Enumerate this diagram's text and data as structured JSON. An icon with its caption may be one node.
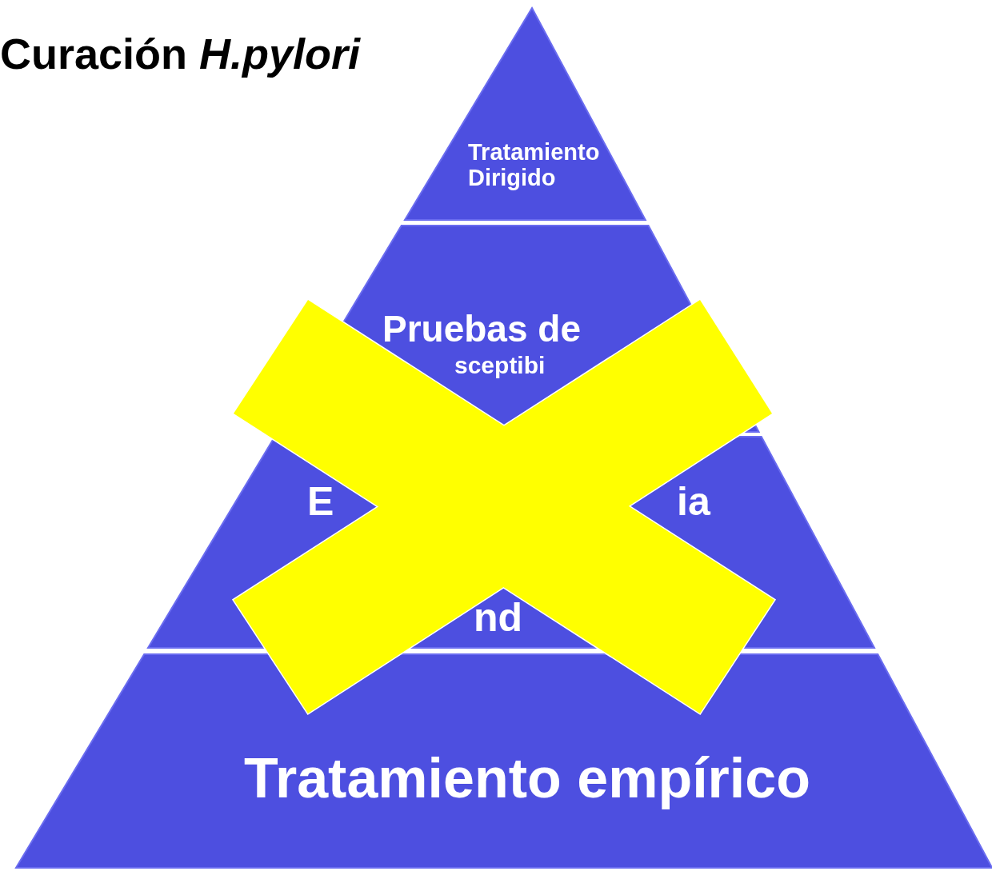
{
  "diagram": {
    "title": "Curación *H.pylori*",
    "nodes": [
      {
        "text": [
          "Tratamiento Dirigido"
        ]
      },
      {
        "text": [
          "Pruebas de",
          "sceptibi"
        ]
      },
      {
        "text": [
          "E",
          "ia",
          "nd"
        ]
      },
      {
        "text": [
          "Tratamiento empírico"
        ]
      }
    ]
  }
}
